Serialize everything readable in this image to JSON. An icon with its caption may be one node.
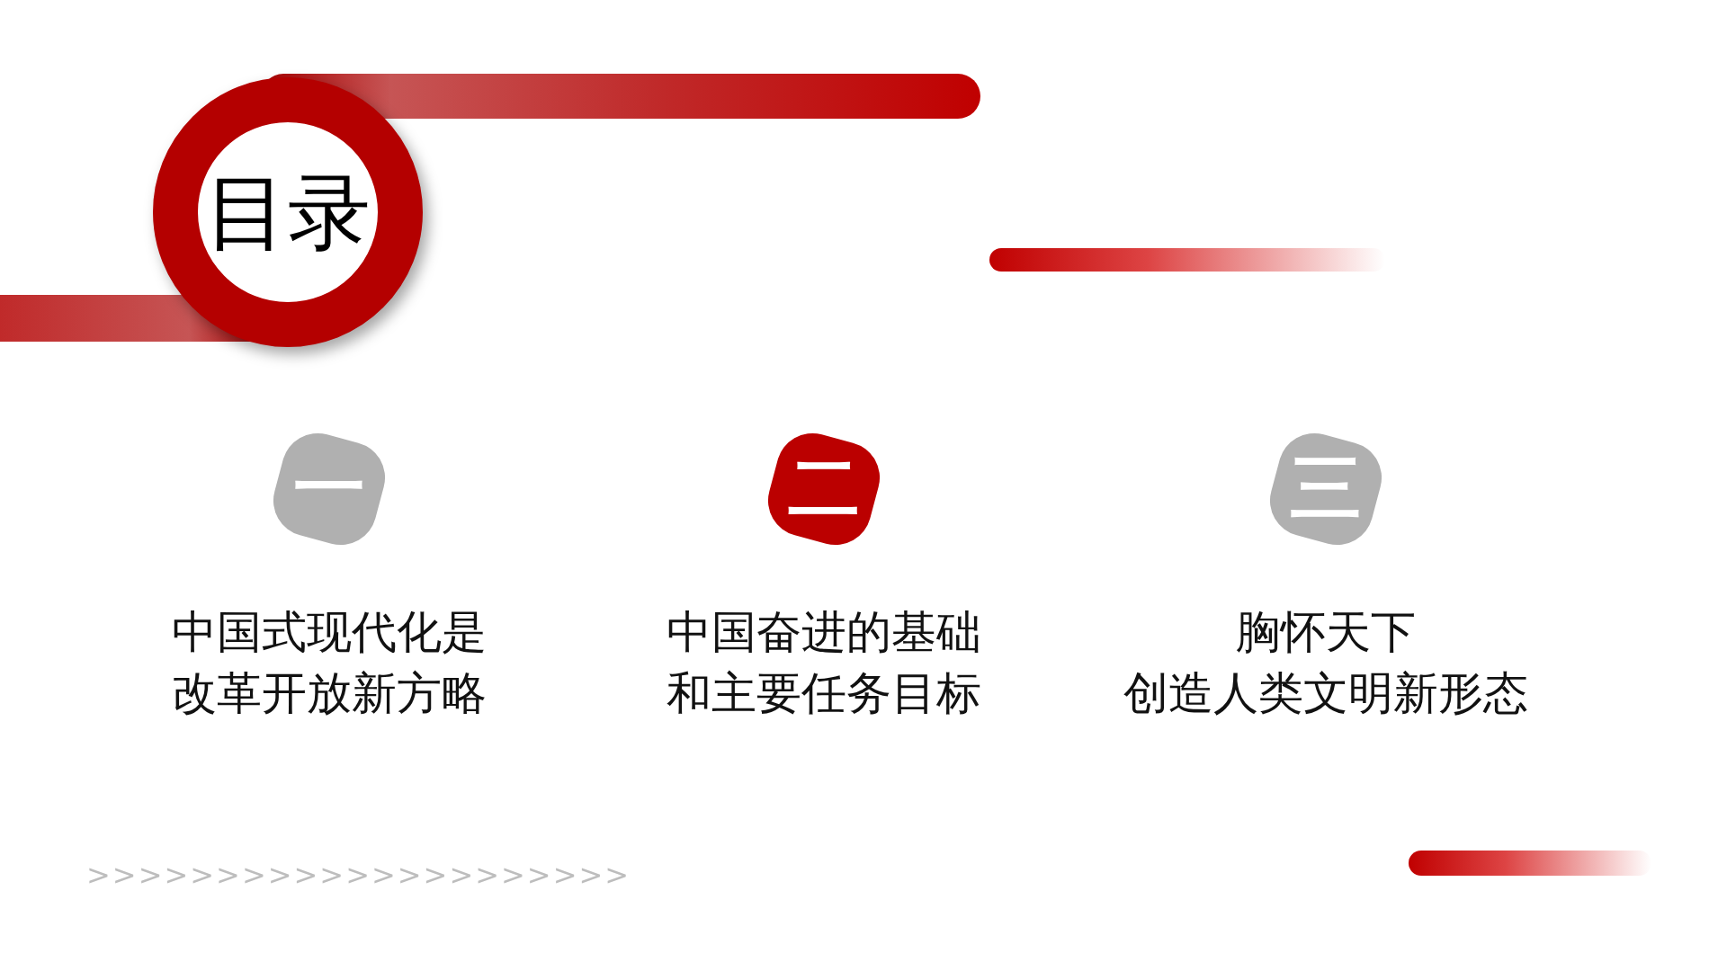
{
  "diagram": {
    "nodes": [
      {
        "text": [
          "目录"
        ]
      },
      {
        "text": [
          "一"
        ],
        "beside": [
          "中国式现代化是",
          "改革开放新方略"
        ]
      },
      {
        "text": [
          "二"
        ],
        "beside": [
          "中国奋进的基础",
          "和主要任务目标"
        ]
      },
      {
        "text": [
          "三"
        ],
        "beside": [
          "胸怀天下",
          "创造人类文明新形态"
        ]
      }
    ],
    "labels": [
      ">>>>>>>>>>>>>>>>>>>>>"
    ]
  }
}
